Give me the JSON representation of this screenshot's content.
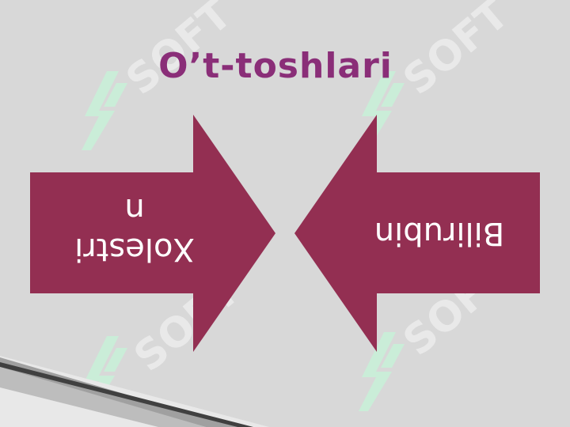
{
  "slide": {
    "title": "O’t-toshlari",
    "left_arrow": {
      "label_line1": "Xolestri",
      "label_line2": "n",
      "color": "#932f52"
    },
    "right_arrow": {
      "label": "Bilirubin",
      "color": "#932f52"
    },
    "watermark": {
      "text": "SOFT",
      "color": "#ffffff",
      "logo_color": "#c9f0d8"
    }
  }
}
